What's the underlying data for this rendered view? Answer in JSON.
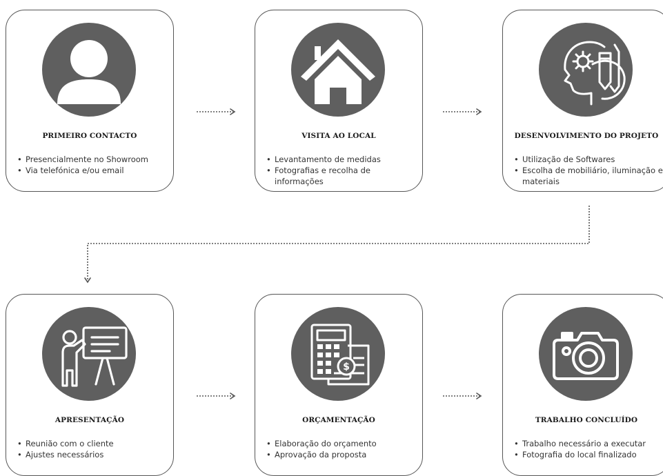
{
  "steps": [
    {
      "title": "PRIMEIRO CONTACTO",
      "icon": "person-icon",
      "bullets": [
        "Presencialmente no Showroom",
        "Via telefónica e/ou email"
      ]
    },
    {
      "title": "VISITA AO LOCAL",
      "icon": "house-icon",
      "bullets": [
        "Levantamento de medidas",
        "Fotografias e recolha de informações"
      ]
    },
    {
      "title": "DESENVOLVIMENTO DO PROJETO",
      "icon": "creative-head-icon",
      "bullets": [
        "Utilização de Softwares",
        "Escolha de mobiliário, iluminação e materiais"
      ]
    },
    {
      "title": "APRESENTAÇÃO",
      "icon": "presentation-icon",
      "bullets": [
        "Reunião com o cliente",
        "Ajustes necessários"
      ]
    },
    {
      "title": "ORÇAMENTAÇÃO",
      "icon": "budget-calculator-icon",
      "bullets": [
        "Elaboração do orçamento",
        "Aprovação da proposta"
      ]
    },
    {
      "title": "TRABALHO CONCLUÍDO",
      "icon": "camera-icon",
      "bullets": [
        "Trabalho necessário a executar",
        "Fotografia do local finalizado"
      ]
    }
  ],
  "colors": {
    "icon_circle": "#5f5f5f",
    "icon_fg": "#ffffff",
    "border": "#555555",
    "arrow": "#555555"
  }
}
